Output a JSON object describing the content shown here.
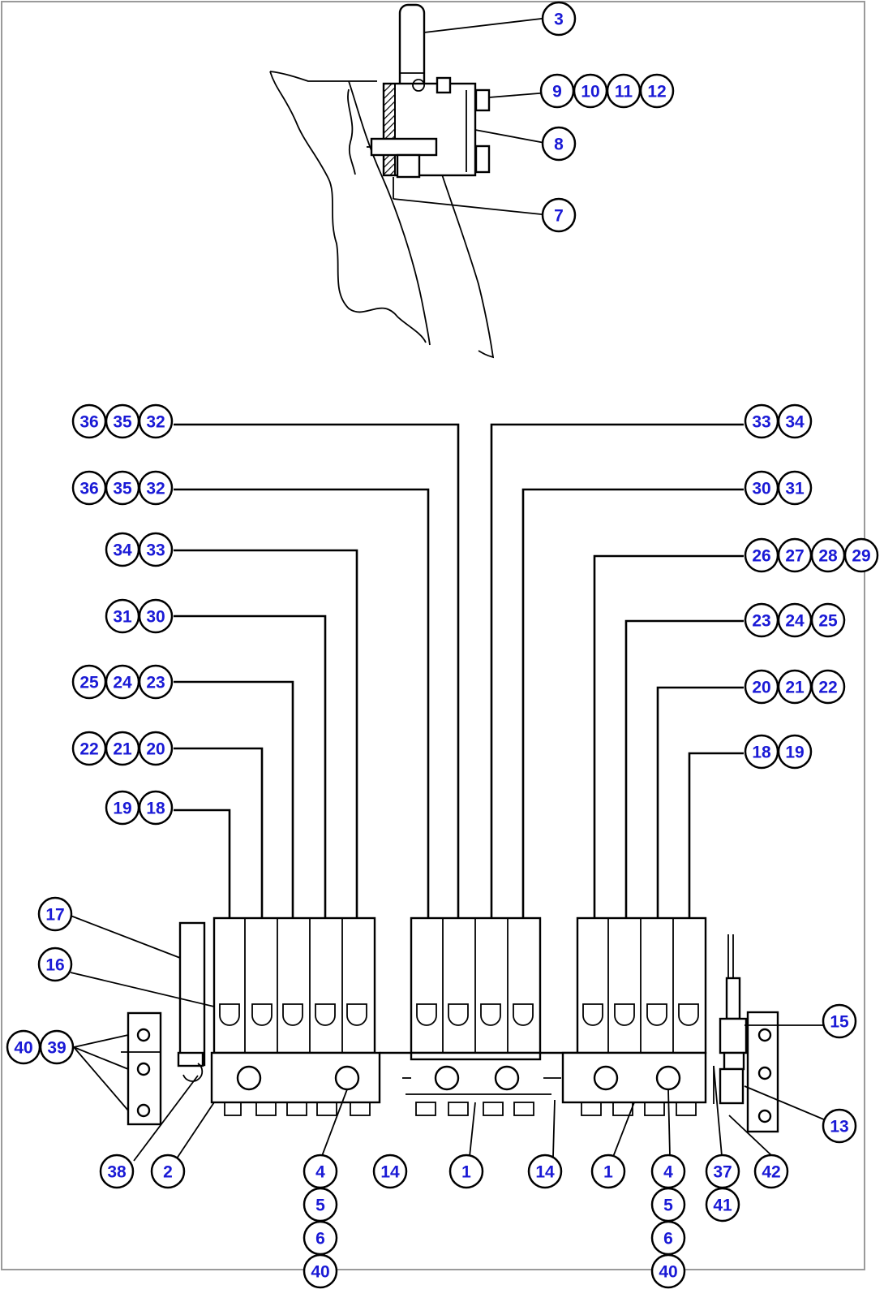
{
  "callout_groups": [
    {
      "id": "g-3",
      "labels": [
        "3"
      ]
    },
    {
      "id": "g-9-12",
      "labels": [
        "9",
        "10",
        "11",
        "12"
      ]
    },
    {
      "id": "g-8",
      "labels": [
        "8"
      ]
    },
    {
      "id": "g-7",
      "labels": [
        "7"
      ]
    },
    {
      "id": "g-l-36-35-32-a",
      "labels": [
        "36",
        "35",
        "32"
      ]
    },
    {
      "id": "g-r-33-34",
      "labels": [
        "33",
        "34"
      ]
    },
    {
      "id": "g-l-36-35-32-b",
      "labels": [
        "36",
        "35",
        "32"
      ]
    },
    {
      "id": "g-r-30-31",
      "labels": [
        "30",
        "31"
      ]
    },
    {
      "id": "g-l-34-33",
      "labels": [
        "34",
        "33"
      ]
    },
    {
      "id": "g-r-26-29",
      "labels": [
        "26",
        "27",
        "28",
        "29"
      ]
    },
    {
      "id": "g-l-31-30",
      "labels": [
        "31",
        "30"
      ]
    },
    {
      "id": "g-r-23-25",
      "labels": [
        "23",
        "24",
        "25"
      ]
    },
    {
      "id": "g-l-25-23",
      "labels": [
        "25",
        "24",
        "23"
      ]
    },
    {
      "id": "g-r-20-22",
      "labels": [
        "20",
        "21",
        "22"
      ]
    },
    {
      "id": "g-l-22-20",
      "labels": [
        "22",
        "21",
        "20"
      ]
    },
    {
      "id": "g-r-18-19",
      "labels": [
        "18",
        "19"
      ]
    },
    {
      "id": "g-l-19-18",
      "labels": [
        "19",
        "18"
      ]
    },
    {
      "id": "g-17",
      "labels": [
        "17"
      ]
    },
    {
      "id": "g-16",
      "labels": [
        "16"
      ]
    },
    {
      "id": "g-15",
      "labels": [
        "15"
      ]
    },
    {
      "id": "g-40-39",
      "labels": [
        "40",
        "39"
      ]
    },
    {
      "id": "g-13",
      "labels": [
        "13"
      ]
    },
    {
      "id": "g-38",
      "labels": [
        "38"
      ]
    },
    {
      "id": "g-2",
      "labels": [
        "2"
      ]
    },
    {
      "id": "g-4-stack-left",
      "labels": [
        "4",
        "5",
        "6",
        "40"
      ]
    },
    {
      "id": "g-14-left",
      "labels": [
        "14"
      ]
    },
    {
      "id": "g-1-left",
      "labels": [
        "1"
      ]
    },
    {
      "id": "g-14-right",
      "labels": [
        "14"
      ]
    },
    {
      "id": "g-1-right",
      "labels": [
        "1"
      ]
    },
    {
      "id": "g-4-stack-right",
      "labels": [
        "4",
        "5",
        "6",
        "40"
      ]
    },
    {
      "id": "g-37-41",
      "labels": [
        "37",
        "41"
      ]
    },
    {
      "id": "g-42",
      "labels": [
        "42"
      ]
    }
  ]
}
